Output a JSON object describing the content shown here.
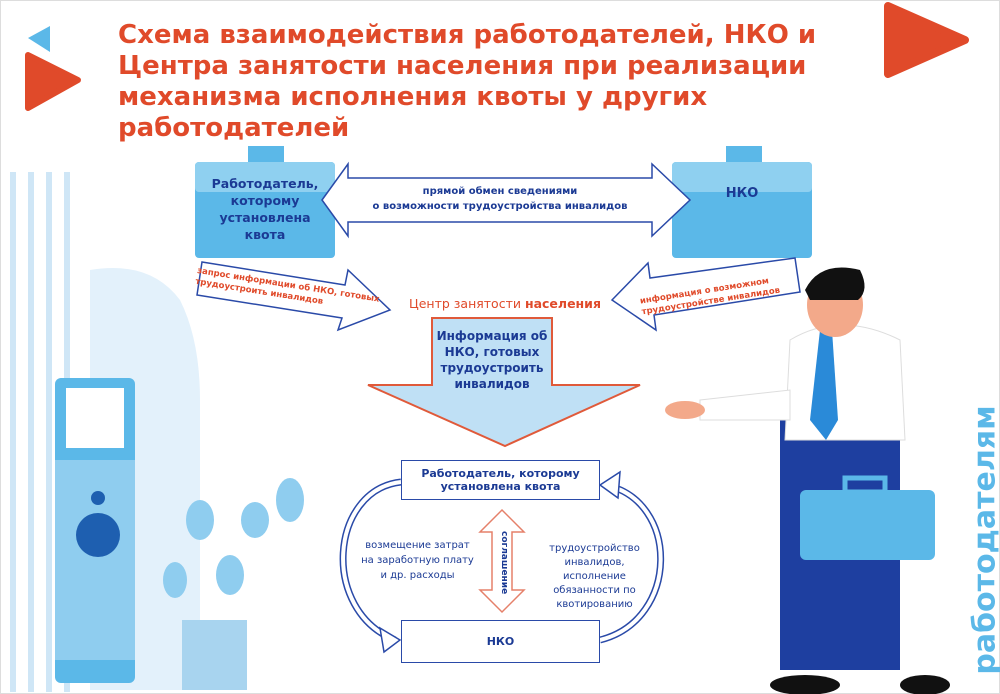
{
  "title": "Схема взаимодействия работодателей, НКО и Центра занятости населения при реализации механизма исполнения квоты у других работодателей",
  "employer_case": "Работодатель, которому установлена квота",
  "nko_case": "НКО",
  "exchange_arrow": {
    "line1": "прямой обмен сведениями",
    "line2": "о возможности трудоустройства инвалидов"
  },
  "request_arrow": {
    "line1": "запрос информации об НКО, готовых",
    "line2": "трудоустроить инвалидов"
  },
  "info_arrow": {
    "line1": "информация  о возможном",
    "line2": "трудоустройстве инвалидов"
  },
  "center": {
    "part1": "Центр занятости ",
    "part2": "населения"
  },
  "down_arrow": "Информация об НКО, готовых трудоустроить инвалидов",
  "box_employer": "Работодатель, которому установлена квота",
  "box_nko": "НКО",
  "agreement": "соглашение",
  "left_flow": "возмещение затрат на заработную плату и др. расходы",
  "right_flow": "трудоустройство инвалидов, исполнение обязанности по квотированию",
  "side_label": "работодателям",
  "colors": {
    "accent": "#e04a2a",
    "navy": "#1b3a94",
    "sky": "#5bb8e8"
  }
}
